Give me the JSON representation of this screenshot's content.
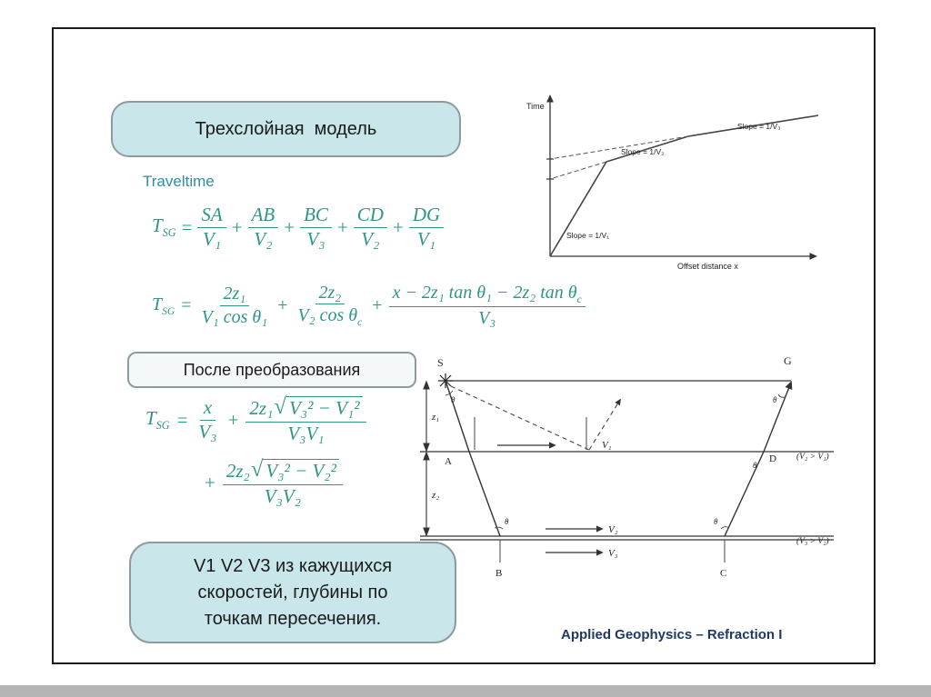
{
  "slide": {
    "title": "Трехслойная  модель",
    "traveltime_label": "Traveltime",
    "after_label": "После преобразования",
    "note_lines": [
      "V1 V2 V3 из кажущихся",
      "скоростей, глубины по",
      "точкам пересечения."
    ],
    "footer": "Applied Geophysics – Refraction I"
  },
  "formulas": {
    "f1": {
      "lhs": "T",
      "lhs_sub": "SG",
      "eq": "=",
      "plus": "+",
      "t1n": "SA",
      "t1d": "V₁",
      "t2n": "AB",
      "t2d": "V₂",
      "t3n": "BC",
      "t3d": "V₃",
      "t4n": "CD",
      "t4d": "V₂",
      "t5n": "DG",
      "t5d": "V₁"
    },
    "f2": {
      "lhs": "T",
      "lhs_sub": "SG",
      "eq": "=",
      "plus": "+",
      "sub_c": "c",
      "t1n": "2z₁",
      "t1d": "V₁ cos θ₁",
      "t2n": "2z₂",
      "t2d": "V₂ cos θ",
      "t3n": "x − 2z₁ tan θ₁ − 2z₂ tan θ",
      "t3d": "V₃"
    },
    "f3": {
      "lhs": "T",
      "lhs_sub": "SG",
      "eq": "=",
      "plus": "+",
      "t1n": "x",
      "t1d": "V₃",
      "t2pre": "2z₁",
      "t2rad": "V₃² − V₁²",
      "t2den": "V₃V₁",
      "t3pre": "2z₂",
      "t3rad": "V₃² − V₂²",
      "t3den": "V₃V₂"
    }
  },
  "graph": {
    "y_label": "Time",
    "x_label": "Offset distance x",
    "slope_v1": "Slope = 1/V₁",
    "slope_v2": "Slope = 1/V₂",
    "slope_v3": "Slope = 1/V₃"
  },
  "diagram": {
    "s": "S",
    "g": "G",
    "a": "A",
    "b": "B",
    "c": "C",
    "d": "D",
    "z1": "z₁",
    "z2": "z₂",
    "v1": "V₁",
    "v2": "V₂",
    "v3": "V₃",
    "cond1": "(V₂ > V₁)",
    "cond2": "(V₃ > V₂)",
    "theta": "θ"
  },
  "colors": {
    "formula_color": "#2E9688",
    "teal_label": "#2E8FA3",
    "box_fill": "#C9E7EA",
    "box_border": "#8C9B9E",
    "after_fill": "#F4F8F8",
    "footer_color": "#1F3864",
    "ink": "#1A1A1A",
    "stroke": "#333333"
  }
}
